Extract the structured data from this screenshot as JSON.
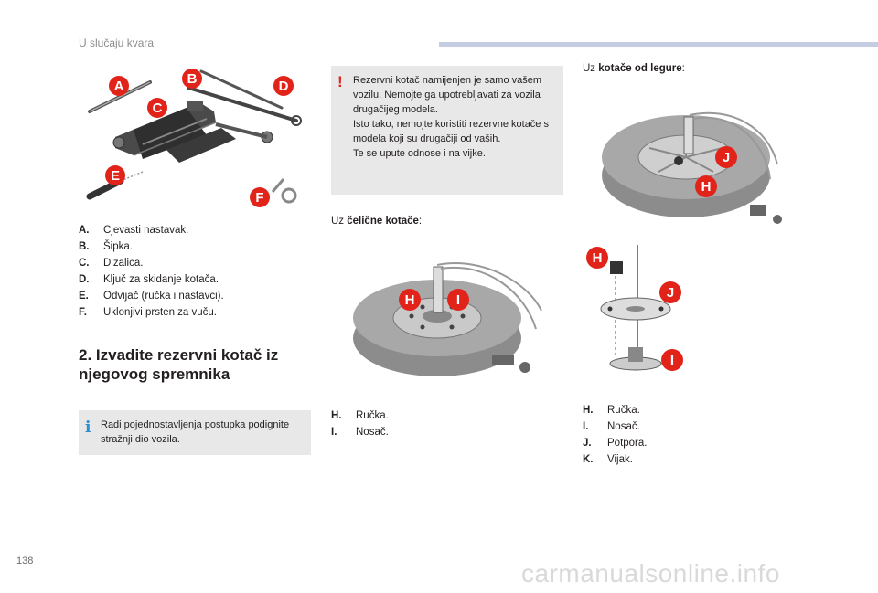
{
  "header": {
    "title": "U slučaju kvara",
    "accent": "#c5cde3"
  },
  "page_number": "138",
  "watermark": "carmanualsonline.info",
  "tools_figure": {
    "labels": [
      "A",
      "B",
      "C",
      "D",
      "E",
      "F"
    ],
    "badge_color": "#e2231a"
  },
  "tools_legend": [
    {
      "key": "A.",
      "text": "Cjevasti nastavak."
    },
    {
      "key": "B.",
      "text": "Šipka."
    },
    {
      "key": "C.",
      "text": "Dizalica."
    },
    {
      "key": "D.",
      "text": "Ključ za skidanje kotača."
    },
    {
      "key": "E.",
      "text": "Odvijač (ručka i nastavci)."
    },
    {
      "key": "F.",
      "text": "Uklonjivi prsten za vuču."
    }
  ],
  "section": {
    "number": "2.",
    "title": "Izvadite rezervni kotač iz njegovog spremnika"
  },
  "info_box": {
    "icon": "info-icon",
    "text": "Radi pojednostavljenja postupka podignite stražnji dio vozila."
  },
  "warning_box": {
    "icon": "exclamation-icon",
    "lines": [
      "Rezervni kotač namijenjen je samo vašem vozilu. Nemojte ga upotrebljavati za vozila drugačijeg modela.",
      "Isto tako, nemojte koristiti rezervne kotače s modela koji su drugačiji od vaših.",
      "Te se upute odnose i na vijke."
    ]
  },
  "steel_wheel": {
    "caption_prefix": "Uz ",
    "caption_bold": "čelične kotače",
    "caption_suffix": ":",
    "labels": [
      "H",
      "I"
    ],
    "legend": [
      {
        "key": "H.",
        "text": "Ručka."
      },
      {
        "key": "I.",
        "text": "Nosač."
      }
    ]
  },
  "alloy_wheel": {
    "caption_prefix": "Uz ",
    "caption_bold": "kotače od legure",
    "caption_suffix": ":",
    "labels": [
      "J",
      "H",
      "H",
      "J",
      "I"
    ],
    "legend": [
      {
        "key": "H.",
        "text": "Ručka."
      },
      {
        "key": "I.",
        "text": "Nosač."
      },
      {
        "key": "J.",
        "text": "Potpora."
      },
      {
        "key": "K.",
        "text": "Vijak."
      }
    ]
  }
}
